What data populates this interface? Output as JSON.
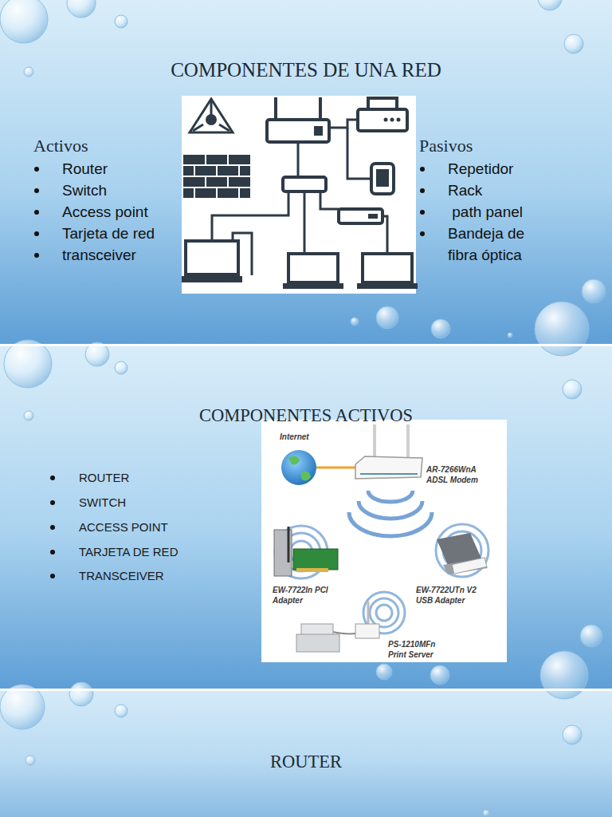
{
  "diagram": {
    "title": "COMPONENTES DE UNA RED",
    "labels": [
      "Activos",
      "Router",
      "Switch",
      "Access point",
      "Tarjeta de red",
      "transceiver",
      "Pasivos",
      "Repetidor",
      "Rack",
      " path panel",
      "Bandeja de fibra óptica",
      "COMPONENTES ACTIVOS",
      "ROUTER",
      "SWITCH",
      "ACCESS POINT",
      "TARJETA DE RED",
      "TRANSCEIVER",
      "Internet",
      "AR-7266WnA ADSL Modem",
      "EW-7722In PCI Adapter",
      "EW-7722UTn V2 USB Adapter",
      "PS-1210MFn Print Server",
      "ROUTER"
    ]
  }
}
